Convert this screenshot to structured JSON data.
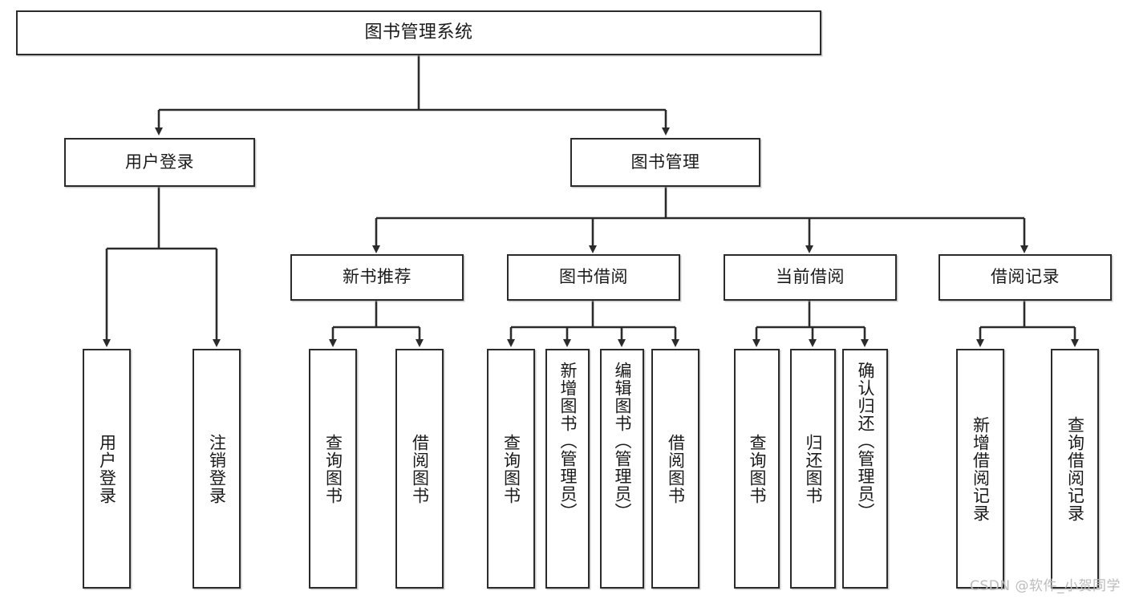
{
  "diagram": {
    "title": "图书管理系统",
    "type": "hierarchy-tree",
    "root": {
      "label": "图书管理系统"
    },
    "level2": [
      {
        "label": "用户登录"
      },
      {
        "label": "图书管理"
      }
    ],
    "level3": [
      {
        "label": "新书推荐"
      },
      {
        "label": "图书借阅"
      },
      {
        "label": "当前借阅"
      },
      {
        "label": "借阅记录"
      }
    ],
    "leaves": {
      "user_login": [
        {
          "label": "用户登录"
        },
        {
          "label": "注销登录"
        }
      ],
      "new_book_recommend": [
        {
          "label": "查询图书"
        },
        {
          "label": "借阅图书"
        }
      ],
      "book_borrow": [
        {
          "label": "查询图书"
        },
        {
          "label": "新增图书（管理员）"
        },
        {
          "label": "编辑图书（管理员）"
        },
        {
          "label": "借阅图书"
        }
      ],
      "current_borrow": [
        {
          "label": "查询图书"
        },
        {
          "label": "归还图书"
        },
        {
          "label": "确认归还（管理员）"
        }
      ],
      "borrow_record": [
        {
          "label": "新增借阅记录"
        },
        {
          "label": "查询借阅记录"
        }
      ]
    }
  },
  "watermark": {
    "text": "CSDN @软件_小贺同学"
  },
  "colors": {
    "border": "#2b2b2b",
    "text": "#1a1a1a",
    "background": "#ffffff",
    "watermark": "#bcbcbc"
  }
}
